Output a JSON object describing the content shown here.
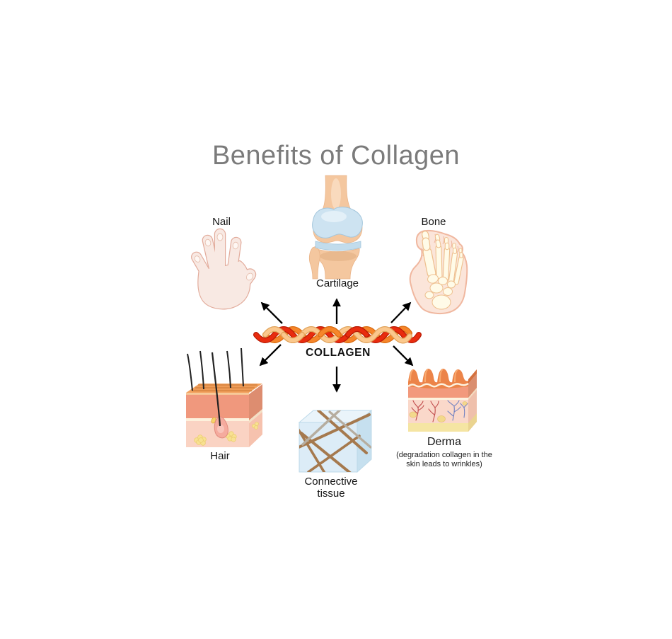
{
  "title": "Benefits of Collagen",
  "center": {
    "label": "COLLAGEN",
    "icon": "collagen-fiber-icon",
    "strand_colors": [
      "#e92c0e",
      "#f6862a",
      "#fbc88d"
    ]
  },
  "items": [
    {
      "id": "nail",
      "label": "Nail",
      "icon": "hand-nails-icon"
    },
    {
      "id": "cartilage",
      "label": "Cartilage",
      "icon": "knee-joint-icon"
    },
    {
      "id": "bone",
      "label": "Bone",
      "icon": "foot-bones-icon"
    },
    {
      "id": "hair",
      "label": "Hair",
      "icon": "hair-skin-section-icon"
    },
    {
      "id": "connective_tissue",
      "label": "Connective tissue",
      "icon": "connective-tissue-cube-icon"
    },
    {
      "id": "derma",
      "label": "Derma",
      "sublabel": "(degradation collagen in the skin leads to wrinkles)",
      "icon": "derma-skin-section-icon"
    }
  ],
  "colors": {
    "background": "#ffffff",
    "title_text": "#7b7b7b",
    "label_text": "#141414",
    "arrow": "#000000",
    "skin_pale": "#f8e9e3",
    "skin_outline": "#e2ab9b",
    "bone_peach": "#f4c79f",
    "bone_cream": "#fffbe8",
    "cartilage_blue": "#cde3f1",
    "skin_salmon": "#f0987d",
    "skin_pink": "#fad3c3",
    "fat_yellow": "#f8e192",
    "connective_blue": "#dcecf7",
    "fiber_brown": "#a5794e"
  }
}
